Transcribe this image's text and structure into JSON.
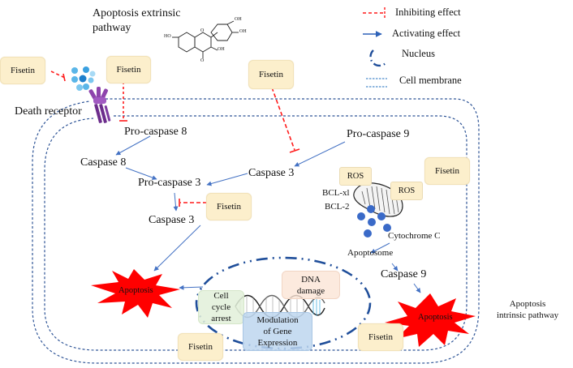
{
  "titles": {
    "extrinsic_line1": "Apoptosis extrinsic",
    "extrinsic_line2": "pathway",
    "intrinsic_line1": "Apoptosis",
    "intrinsic_line2": "intrinsic  pathway"
  },
  "legend": {
    "items": [
      {
        "icon": "inhibiting-line-icon",
        "label": "Inhibiting effect"
      },
      {
        "icon": "activating-arrow-icon",
        "label": "Activating effect"
      },
      {
        "icon": "nucleus-icon",
        "label": "Nucleus"
      },
      {
        "icon": "cell-membrane-icon",
        "label": "Cell membrane"
      }
    ]
  },
  "fisetin_label": "Fisetin",
  "molecule": {
    "name": "fisetin-structure",
    "groups": {
      "ho": "HO",
      "oh_top": "OH",
      "oh_mid": "OH",
      "oh_ring": "OH",
      "o_ring": "O",
      "o_keto": "O"
    }
  },
  "nodes": {
    "death_receptor": "Death receptor",
    "pro_caspase_8": "Pro-caspase 8",
    "caspase_8": "Caspase 8",
    "pro_caspase_3": "Pro-caspase 3",
    "caspase_3_left": "Caspase 3",
    "pro_caspase_9": "Pro-caspase 9",
    "caspase_3_mid": "Caspase 3",
    "ros_1": "ROS",
    "ros_2": "ROS",
    "bcl_xl": "BCL-xl",
    "bcl_2": "BCL-2",
    "cytochrome_c": "Cytochrome  C",
    "apoptosome": "Apoptosome",
    "caspase_9": "Caspase 9",
    "apoptosis_left": "Apoptosis",
    "apoptosis_right": "Apoptosis",
    "cell_cycle_arrest": [
      "Cell",
      "cycle",
      "arrest"
    ],
    "dna_damage": [
      "DNA",
      "damage"
    ],
    "modulation": [
      "Modulation",
      "of Gene",
      "Expression"
    ]
  },
  "colors": {
    "inhibit": "#ff1a1a",
    "activate": "#4472c4",
    "membrane": "#2f5597",
    "nucleus": "#1f4e9a",
    "fisetin_fill": "#fcefcc",
    "apoptosis_burst": "#ff0000",
    "cytochrome": "#3a6ac8",
    "receptor": "#8e44ad"
  }
}
